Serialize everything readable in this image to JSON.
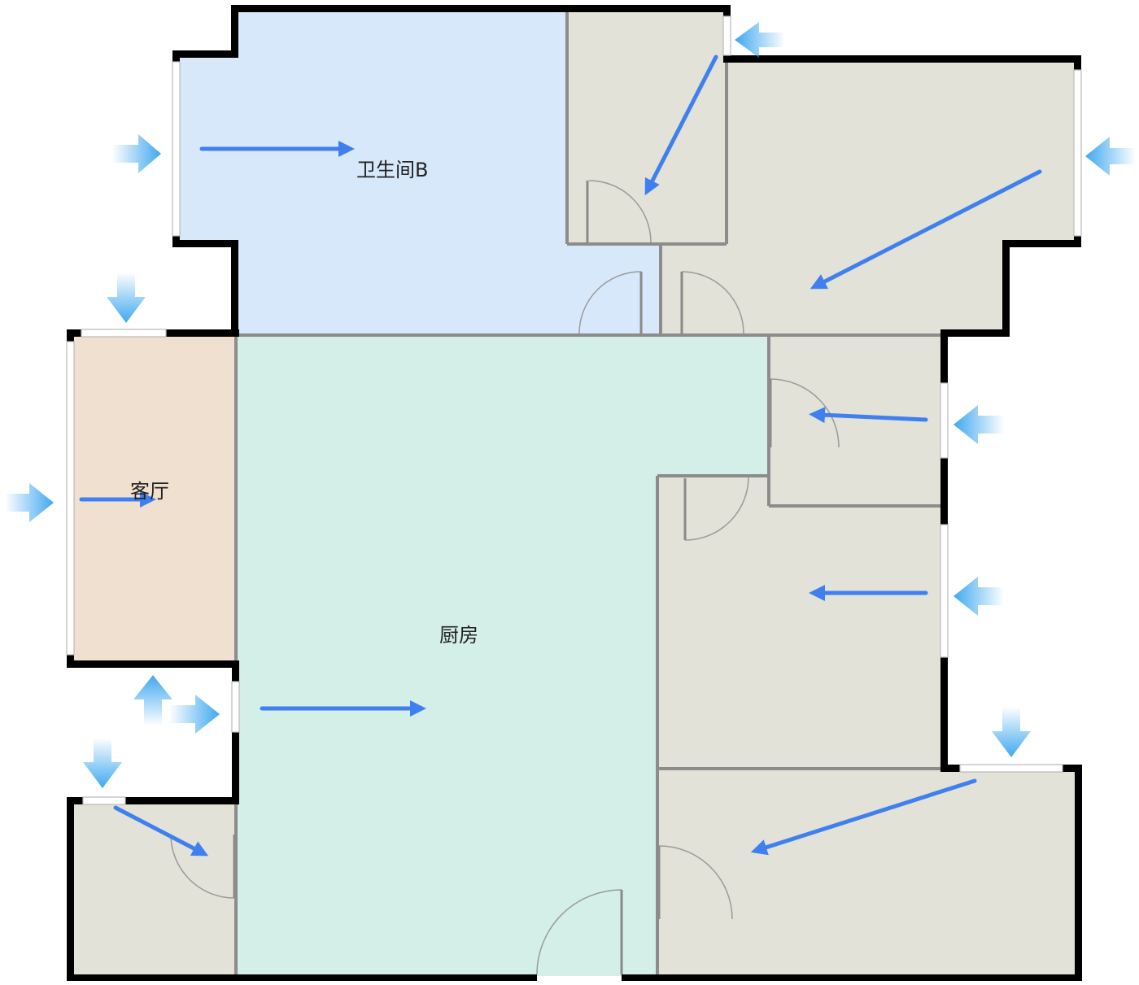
{
  "rooms": {
    "bathroom_b": {
      "label": "卫生间B",
      "color": "#d8e8fb"
    },
    "living_room": {
      "label": "客厅",
      "color": "#f0e0d0"
    },
    "kitchen": {
      "label": "厨房",
      "color": "#d4eee8"
    },
    "other_rooms_color": "#e2e2d8"
  },
  "colors": {
    "wall": "#000000",
    "inner_wall": "#8c8c8c",
    "flow_arrow": "#3f7ff0",
    "light_arrow": "#3fa8f0"
  },
  "icons": {
    "light_indicator": "light-arrow-icon",
    "flow_indicator": "flow-arrow-icon"
  }
}
